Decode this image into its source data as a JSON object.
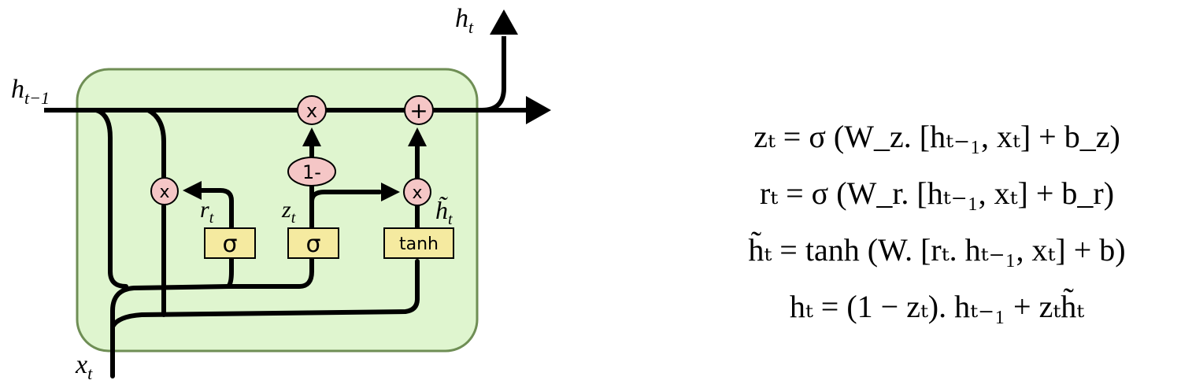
{
  "diagram": {
    "labels": {
      "h_prev": "h",
      "h_prev_sub": "t−1",
      "x_in": "x",
      "x_in_sub": "t",
      "h_out": "h",
      "h_out_sub": "t",
      "r_gate": "r",
      "r_gate_sub": "t",
      "z_gate": "z",
      "z_gate_sub": "t",
      "h_cand": "h̃",
      "h_cand_sub": "t"
    },
    "ops": {
      "mult": "x",
      "add": "+",
      "one_minus": "1-"
    },
    "layers": {
      "sigma_r": "σ",
      "sigma_z": "σ",
      "tanh": "tanh"
    },
    "colors": {
      "cell_fill": "#dff5cf",
      "cell_stroke": "#6f8e55",
      "op_fill": "#f5c6c6",
      "layer_fill": "#f5eaa0",
      "line": "#000000"
    }
  },
  "equations": [
    "zₜ = σ (W_z. [hₜ₋₁, xₜ] + b_z)",
    "rₜ = σ (W_r. [hₜ₋₁, xₜ] + b_r)",
    "h̃ₜ = tanh (W. [rₜ. hₜ₋₁, xₜ] + b)",
    "hₜ = (1 − zₜ). hₜ₋₁ + zₜh̃ₜ"
  ]
}
